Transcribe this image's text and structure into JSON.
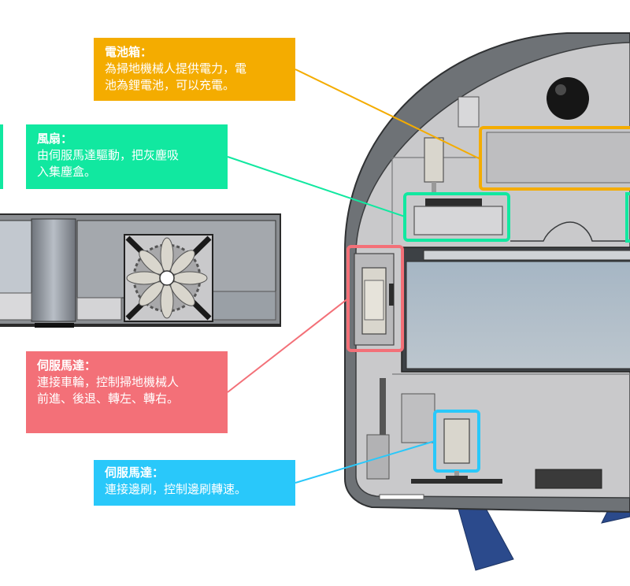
{
  "callouts": {
    "battery": {
      "title": "電池箱：",
      "desc": "為掃地機械人提供電力，電\n池為鋰電池，可以充電。",
      "color": "#f4ac00"
    },
    "fan": {
      "title": "風扇：",
      "desc": "由伺服馬達驅動，把灰塵吸\n入集塵盒。",
      "color": "#11e8a0"
    },
    "servo_wheel": {
      "title": "伺服馬達：",
      "desc": "連接車輪，控制掃地機械人\n前進、後退、轉左、轉右。",
      "color": "#f37078"
    },
    "servo_brush": {
      "title": "伺服馬達：",
      "desc": "連接邊刷，控制邊刷轉速。",
      "color": "#29c8fa"
    }
  },
  "colors": {
    "body_fill": "#6e7276",
    "plate_fill": "#c9c9cb",
    "bin_fill": "#b9c3cb",
    "brush_fill": "#2b4a8c",
    "component_fill": "#d9d6cd"
  }
}
